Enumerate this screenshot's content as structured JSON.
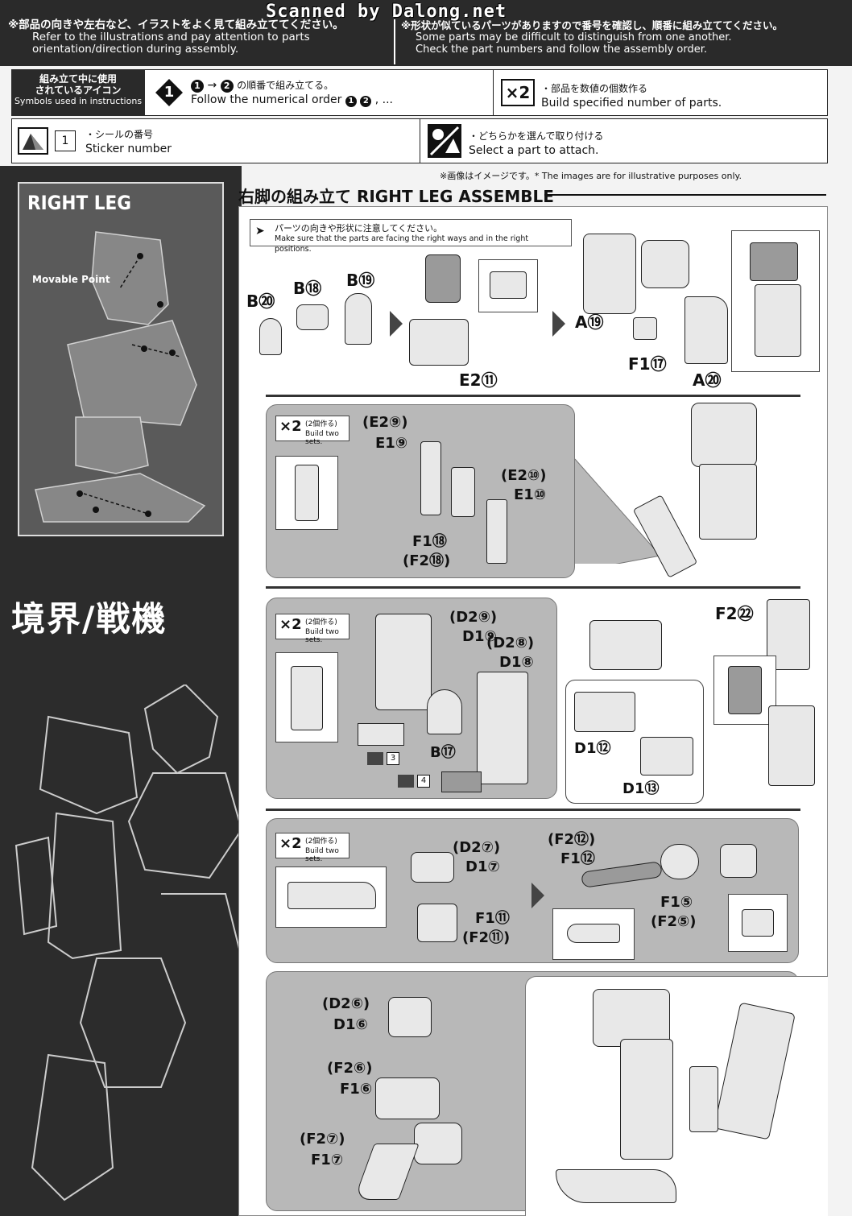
{
  "watermark": "Scanned by Dalong.net",
  "notes": {
    "left_jp": "※部品の向きや左右など、イラストをよく見て組み立ててください。",
    "left_en_1": "Refer to the illustrations and pay attention to parts",
    "left_en_2": "orientation/direction during assembly.",
    "right_jp": "※形状が似ているパーツがありますので番号を確認し、順番に組み立ててください。",
    "right_en_1": "Some parts may be difficult to distinguish from one another.",
    "right_en_2": "Check the part numbers and follow the assembly order."
  },
  "symbols": {
    "label_jp_1": "組み立て中に使用",
    "label_jp_2": "されているアイコン",
    "label_en": "Symbols used in instructions",
    "order_jp": "の順番で組み立てる。",
    "order_en": "Follow the numerical order",
    "order_en_tail": ", ...",
    "num1": "1",
    "num2": "2",
    "arrow": "→",
    "x2_badge": "×2",
    "x2_jp": "・部品を数値の個数作る",
    "x2_en": "Build specified number of parts.",
    "sticker_num": "1",
    "sticker_jp": "・シールの番号",
    "sticker_en": "Sticker number",
    "choose_jp": "・どちらかを選んで取り付ける",
    "choose_en": "Select a part to attach."
  },
  "disclaimer": "※画像はイメージです。* The images are for illustrative purposes only.",
  "left": {
    "title": "RIGHT LEG",
    "movable": "Movable Point",
    "logo": "境界/戦機"
  },
  "header": {
    "title": "右脚の組み立て RIGHT LEG ASSEMBLE"
  },
  "caution": {
    "jp": "パーツの向きや形状に注意してください。",
    "en": "Make sure that the parts are facing the right ways and in the right positions."
  },
  "step1": {
    "b20": "B⑳",
    "b18": "B⑱",
    "b19": "B⑲",
    "e2_11": "E2⑪",
    "a19": "A⑲",
    "f1_17": "F1⑰",
    "a20": "A⑳"
  },
  "step2": {
    "x2": "×2",
    "x2_jp": "(2個作る)",
    "x2_en": "Build two sets.",
    "e2_9": "(E2⑨)",
    "e1_9": "E1⑨",
    "e2_10": "(E2⑩)",
    "e1_10": "E1⑩",
    "f1_18": "F1⑱",
    "f2_18": "(F2⑱)"
  },
  "step3": {
    "x2": "×2",
    "x2_jp": "(2個作る)",
    "x2_en": "Build two sets.",
    "d2_9": "(D2⑨)",
    "d1_9": "D1⑨",
    "d2_8": "(D2⑧)",
    "d1_8": "D1⑧",
    "b17": "B⑰",
    "sticker3": "3",
    "sticker4": "4",
    "f2_22": "F2㉒",
    "d1_12": "D1⑫",
    "d1_13": "D1⑬"
  },
  "step4": {
    "x2": "×2",
    "x2_jp": "(2個作る)",
    "x2_en": "Build two sets.",
    "d2_7": "(D2⑦)",
    "d1_7": "D1⑦",
    "f1_11": "F1⑪",
    "f2_11": "(F2⑪)",
    "f2_12": "(F2⑫)",
    "f1_12": "F1⑫",
    "f1_5": "F1⑤",
    "f2_5": "(F2⑤)"
  },
  "step5": {
    "d2_6": "(D2⑥)",
    "d1_6": "D1⑥",
    "f2_6": "(F2⑥)",
    "f1_6": "F1⑥",
    "f2_7": "(F2⑦)",
    "f1_7": "F1⑦"
  }
}
